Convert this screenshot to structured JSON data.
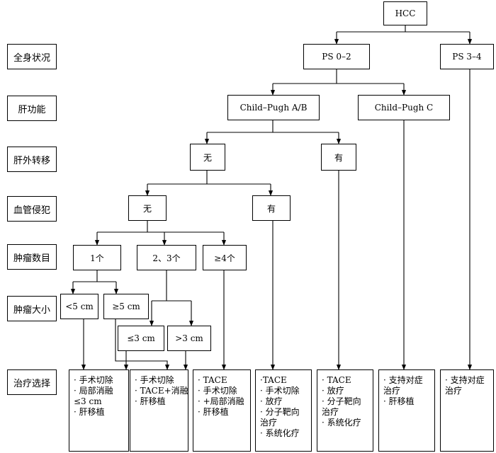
{
  "rows": {
    "general_status": "全身状况",
    "liver_function": "肝功能",
    "extrahepatic_metastasis": "肝外转移",
    "vascular_invasion": "血管侵犯",
    "tumor_number": "肿瘤数目",
    "tumor_size": "肿瘤大小",
    "treatment": "治疗选择"
  },
  "nodes": {
    "root": "HCC",
    "ps_good": "PS 0–2",
    "ps_poor": "PS 3–4",
    "cp_ab": "Child–Pugh A/B",
    "cp_c": "Child–Pugh C",
    "meta_no": "无",
    "meta_yes": "有",
    "vasc_no": "无",
    "vasc_yes": "有",
    "num_one": "1个",
    "num_two_three": "2、3个",
    "num_four_plus": "≥4个",
    "size_lt5": "<5 cm",
    "size_ge5": "≥5 cm",
    "size_le3": "≤3 cm",
    "size_gt3": ">3 cm"
  },
  "treatments": [
    [
      "· 手术切除",
      "· 局部消融",
      "  ≤3 cm",
      "· 肝移植"
    ],
    [
      "· 手术切除",
      "· TACE+消融",
      "· 肝移植"
    ],
    [
      "· TACE",
      "· 手术切除",
      "· +局部消融",
      "· 肝移植"
    ],
    [
      "·TACE",
      "· 手术切除",
      "· 放疗",
      "· 分子靶向",
      "  治疗",
      "· 系统化疗"
    ],
    [
      "· TACE",
      "· 放疗",
      "· 分子靶向",
      "  治疗",
      "· 系统化疗"
    ],
    [
      "· 支持对症",
      "  治疗",
      "· 肝移植"
    ],
    [
      "· 支持对症",
      "  治疗"
    ]
  ]
}
